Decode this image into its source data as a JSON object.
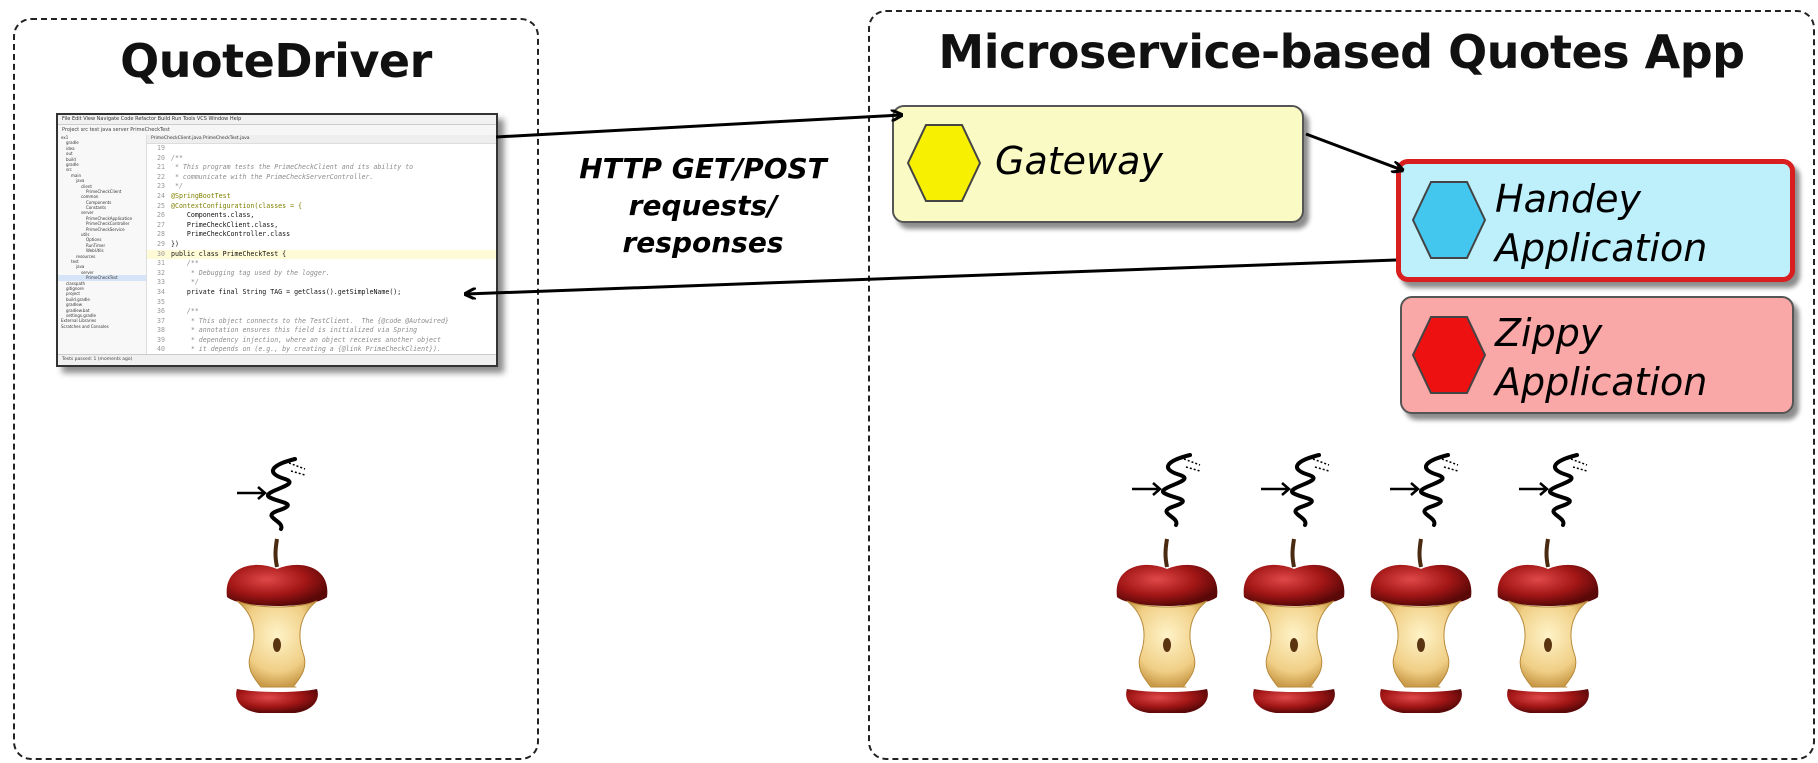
{
  "left_panel": {
    "title": "QuoteDriver"
  },
  "right_panel": {
    "title": "Microservice-based Quotes App"
  },
  "request_label": {
    "lines": [
      "HTTP GET/POST",
      "requests/",
      "responses"
    ]
  },
  "services": {
    "gateway": {
      "label": "Gateway",
      "color": "#fafac4",
      "icon_color": "#f7f000"
    },
    "handey": {
      "label_lines": [
        "Handey",
        "Application"
      ],
      "color": "#bdf0fb",
      "icon_color": "#43c7ef",
      "border_color": "#d81e1e"
    },
    "zippy": {
      "label_lines": [
        "Zippy",
        "Application"
      ],
      "color": "#f9a7a7",
      "icon_color": "#ee1111"
    }
  },
  "ide": {
    "menu": "File  Edit  View  Navigate  Code  Refactor  Build  Run  Tools  VCS  Window  Help",
    "toolbar": "Project  src  test  java  server  PrimeCheckTest",
    "tabs": "PrimeCheckClient.java   PrimeCheckTest.java",
    "status": "Tests passed: 1 (moments ago)",
    "tree": [
      "ex1",
      "gradle",
      "idea",
      "out",
      "build",
      "gradle",
      "src",
      "main",
      "java",
      "client",
      "PrimeCheckClient",
      "common",
      "Components",
      "Constants",
      "server",
      "PrimeCheckApplication",
      "PrimeCheckController",
      "PrimeCheckService",
      "utils",
      "Options",
      "RunTimer",
      "WebUtils",
      "resources",
      "test",
      "java",
      "server",
      "PrimeCheckTest",
      "classpath",
      "gitignore",
      "project",
      "build.gradle",
      "gradlew",
      "gradlew.bat",
      "settings.gradle",
      "External Libraries",
      "Scratches and Consoles"
    ],
    "code": [
      {
        "n": "19",
        "t": "",
        "k": ""
      },
      {
        "n": "20",
        "t": "/**",
        "k": "comment"
      },
      {
        "n": "21",
        "t": " * This program tests the PrimeCheckClient and its ability to",
        "k": "comment"
      },
      {
        "n": "22",
        "t": " * communicate with the PrimeCheckServerController.",
        "k": "comment"
      },
      {
        "n": "23",
        "t": " */",
        "k": "comment"
      },
      {
        "n": "24",
        "t": "@SpringBootTest",
        "k": "anno"
      },
      {
        "n": "25",
        "t": "@ContextConfiguration(classes = {",
        "k": "anno"
      },
      {
        "n": "26",
        "t": "    Components.class,",
        "k": ""
      },
      {
        "n": "27",
        "t": "    PrimeCheckClient.class,",
        "k": ""
      },
      {
        "n": "28",
        "t": "    PrimeCheckController.class",
        "k": ""
      },
      {
        "n": "29",
        "t": "})",
        "k": ""
      },
      {
        "n": "30",
        "t": "public class PrimeCheckTest {",
        "k": "hl"
      },
      {
        "n": "31",
        "t": "    /**",
        "k": "comment"
      },
      {
        "n": "32",
        "t": "     * Debugging tag used by the logger.",
        "k": "comment"
      },
      {
        "n": "33",
        "t": "     */",
        "k": "comment"
      },
      {
        "n": "34",
        "t": "    private final String TAG = getClass().getSimpleName();",
        "k": ""
      },
      {
        "n": "35",
        "t": "",
        "k": ""
      },
      {
        "n": "36",
        "t": "    /**",
        "k": "comment"
      },
      {
        "n": "37",
        "t": "     * This object connects to the TestClient.  The {@code @Autowired}",
        "k": "comment"
      },
      {
        "n": "38",
        "t": "     * annotation ensures this field is initialized via Spring",
        "k": "comment"
      },
      {
        "n": "39",
        "t": "     * dependency injection, where an object receives another object",
        "k": "comment"
      },
      {
        "n": "40",
        "t": "     * it depends on (e.g., by creating a {@link PrimeCheckClient}).",
        "k": "comment"
      }
    ]
  },
  "threads": {
    "left_count": 1,
    "right_count": 4
  },
  "apples": {
    "left_count": 1,
    "right_count": 4
  }
}
